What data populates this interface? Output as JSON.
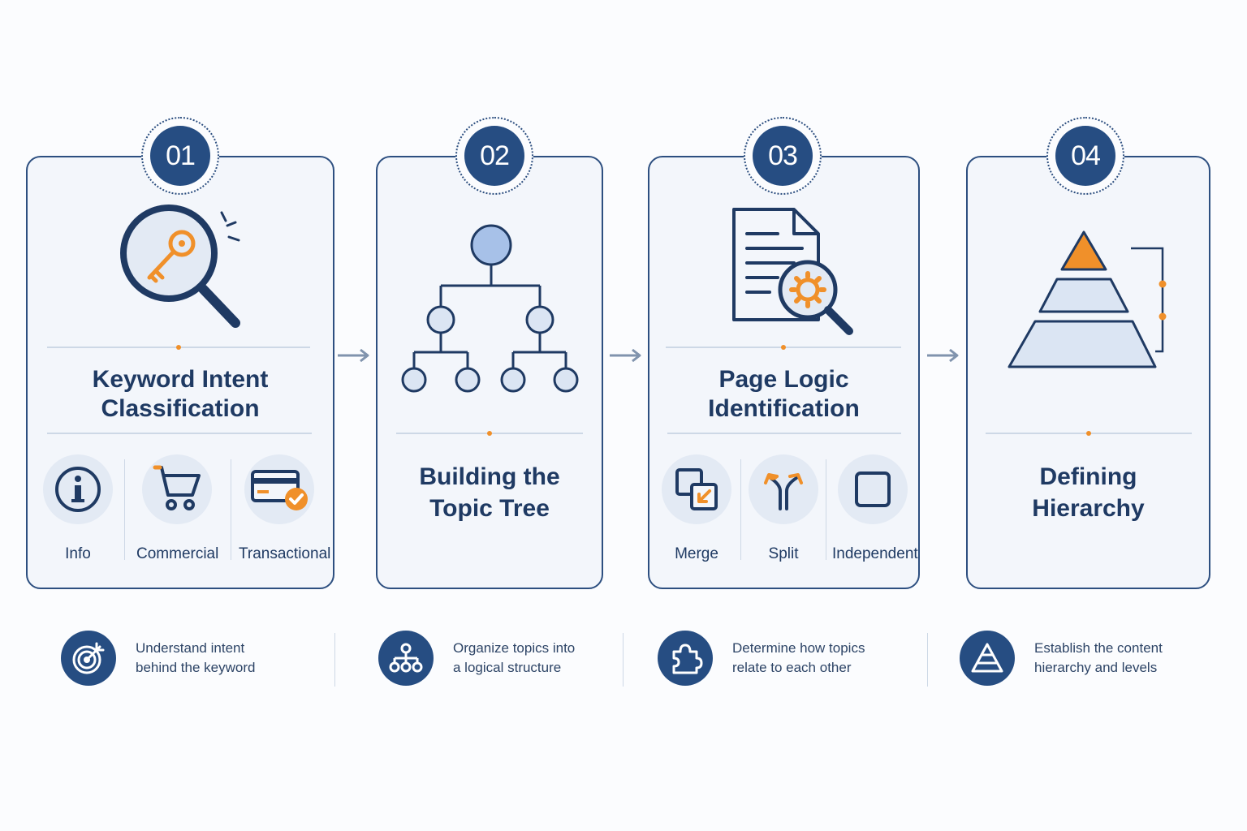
{
  "steps": [
    {
      "number": "01",
      "title_lines": [
        "Keyword Intent",
        "Classification"
      ],
      "options": [
        "Info",
        "Commercial",
        "Transactional"
      ],
      "footer_lines": [
        "Understand intent",
        "behind the keyword"
      ]
    },
    {
      "number": "02",
      "title_lines": [
        "Building the",
        "Topic Tree"
      ],
      "footer_lines": [
        "Organize topics into",
        "a logical structure"
      ]
    },
    {
      "number": "03",
      "title_lines": [
        "Page Logic",
        "Identification"
      ],
      "options": [
        "Merge",
        "Split",
        "Independent"
      ],
      "footer_lines": [
        "Determine how topics",
        "relate to each other"
      ]
    },
    {
      "number": "04",
      "title_lines": [
        "Defining",
        "Hierarchy"
      ],
      "footer_lines": [
        "Establish the content",
        "hierarchy and levels"
      ]
    }
  ],
  "icons": {
    "step1": "magnifier-key-icon",
    "step2": "topic-tree-icon",
    "step3": "document-gear-magnifier-icon",
    "step4": "pyramid-icon",
    "footer1": "target-icon",
    "footer2": "hierarchy-icon",
    "footer3": "puzzle-icon",
    "footer4": "pyramid-icon"
  },
  "colors": {
    "navy": "#264d82",
    "orange": "#f0902a",
    "card_bg": "#f3f6fb",
    "light_blue": "#a7c1e8"
  }
}
